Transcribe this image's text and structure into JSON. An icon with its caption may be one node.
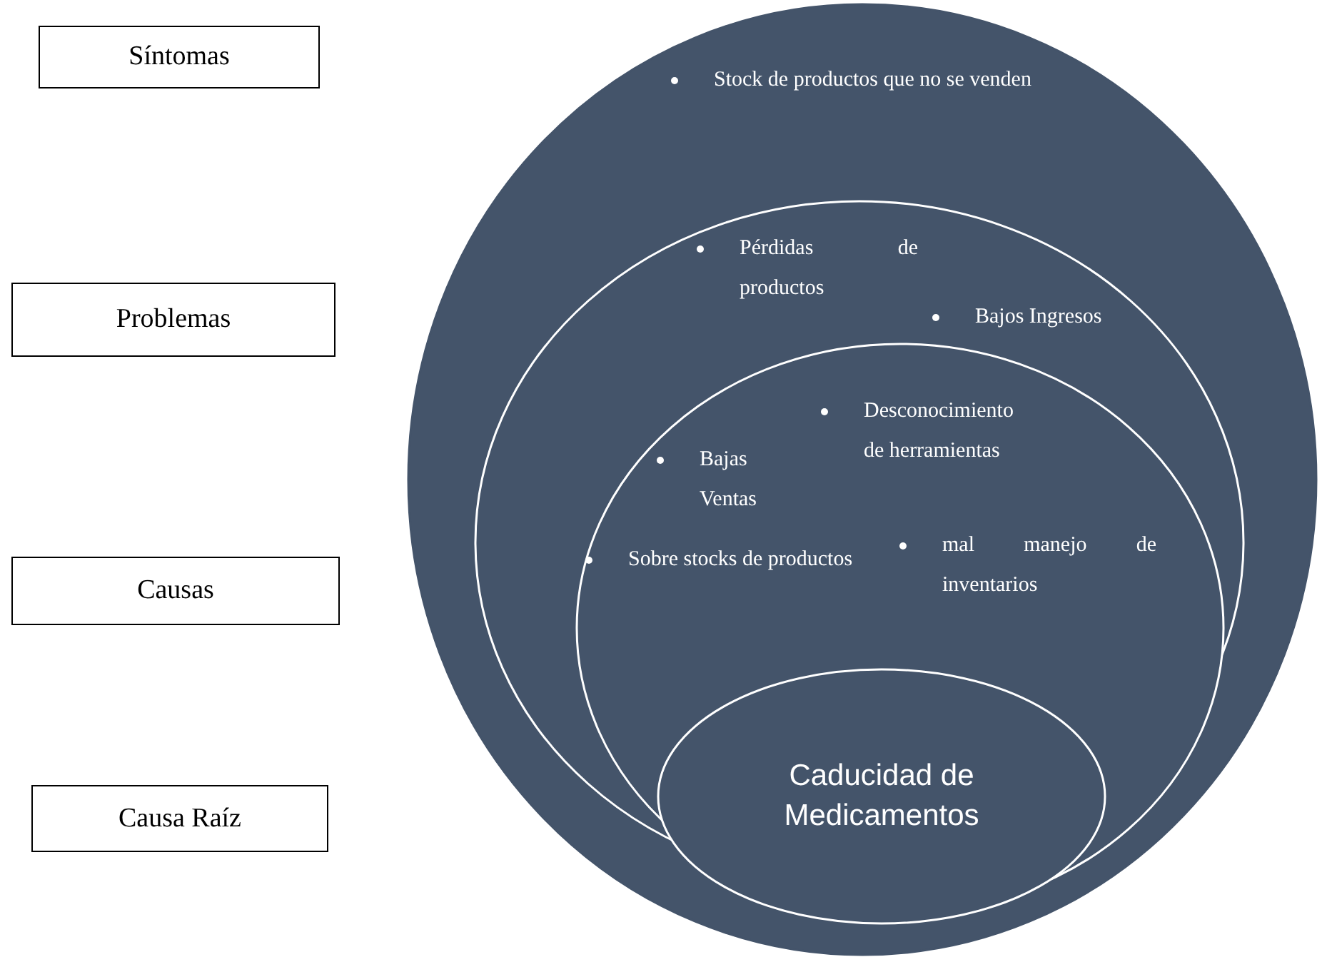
{
  "diagram": {
    "nodes": [
      {
        "text": [
          "Síntomas"
        ]
      },
      {
        "text": [
          "Problemas"
        ]
      },
      {
        "text": [
          "Causas"
        ]
      },
      {
        "text": [
          "Causa Raíz"
        ]
      },
      {
        "text": [
          "Stock de productos que no se venden"
        ]
      },
      {
        "text": [
          "Pérdidas de productos",
          "Bajos Ingresos"
        ],
        "in": 4
      },
      {
        "text": [
          "Desconocimiento de herramientas",
          "Bajas Ventas",
          "Sobre stocks de productos",
          "mal manejo de inventarios"
        ],
        "in": 5
      },
      {
        "text": [
          "Caducidad de Medicamentos"
        ],
        "in": 6
      }
    ]
  }
}
